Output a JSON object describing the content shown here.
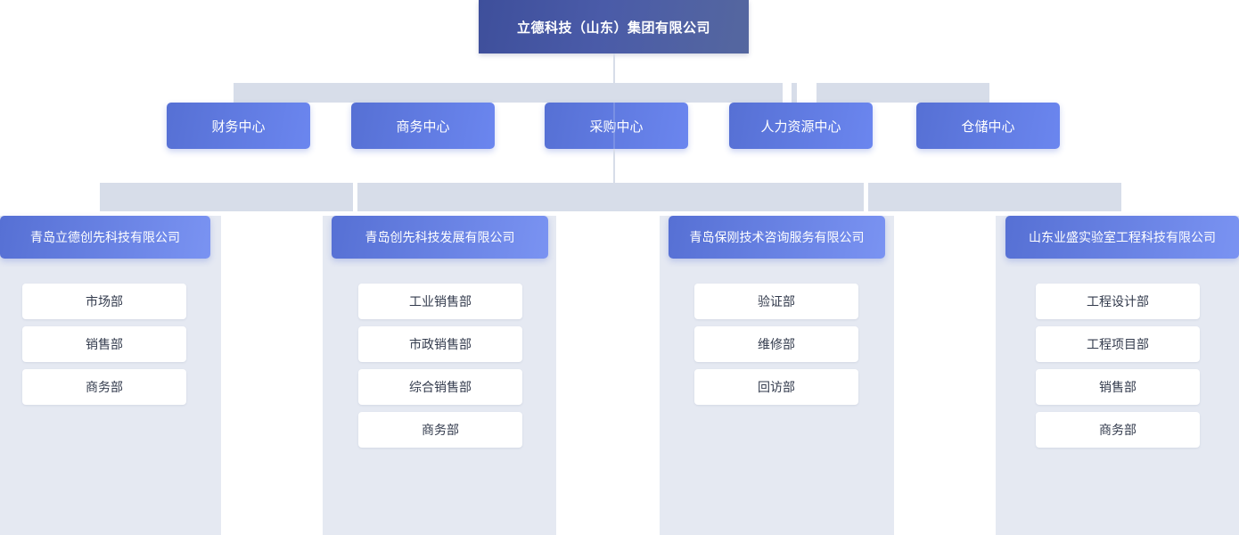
{
  "chart": {
    "type": "org-chart",
    "root": {
      "label": "立德科技（山东）集团有限公司"
    },
    "centers": [
      {
        "label": "财务中心"
      },
      {
        "label": "商务中心"
      },
      {
        "label": "采购中心"
      },
      {
        "label": "人力资源中心"
      },
      {
        "label": "仓储中心"
      }
    ],
    "companies": [
      {
        "label": "青岛立德创先科技有限公司",
        "departments": [
          {
            "label": "市场部"
          },
          {
            "label": "销售部"
          },
          {
            "label": "商务部"
          }
        ]
      },
      {
        "label": "青岛创先科技发展有限公司",
        "departments": [
          {
            "label": "工业销售部"
          },
          {
            "label": "市政销售部"
          },
          {
            "label": "综合销售部"
          },
          {
            "label": "商务部"
          }
        ]
      },
      {
        "label": "青岛保刚技术咨询服务有限公司",
        "departments": [
          {
            "label": "验证部"
          },
          {
            "label": "维修部"
          },
          {
            "label": "回访部"
          }
        ]
      },
      {
        "label": "山东业盛实验室工程科技有限公司",
        "departments": [
          {
            "label": "工程设计部"
          },
          {
            "label": "工程项目部"
          },
          {
            "label": "销售部"
          },
          {
            "label": "商务部"
          }
        ]
      }
    ],
    "colors": {
      "root_start": "#3e4f9b",
      "root_end": "#55679f",
      "node_start": "#5670d4",
      "node_end": "#7a93f2",
      "connector": "#d7dde9",
      "column_background": "#e5e9f2",
      "department_background": "#ffffff",
      "department_text": "#333b4d"
    }
  }
}
